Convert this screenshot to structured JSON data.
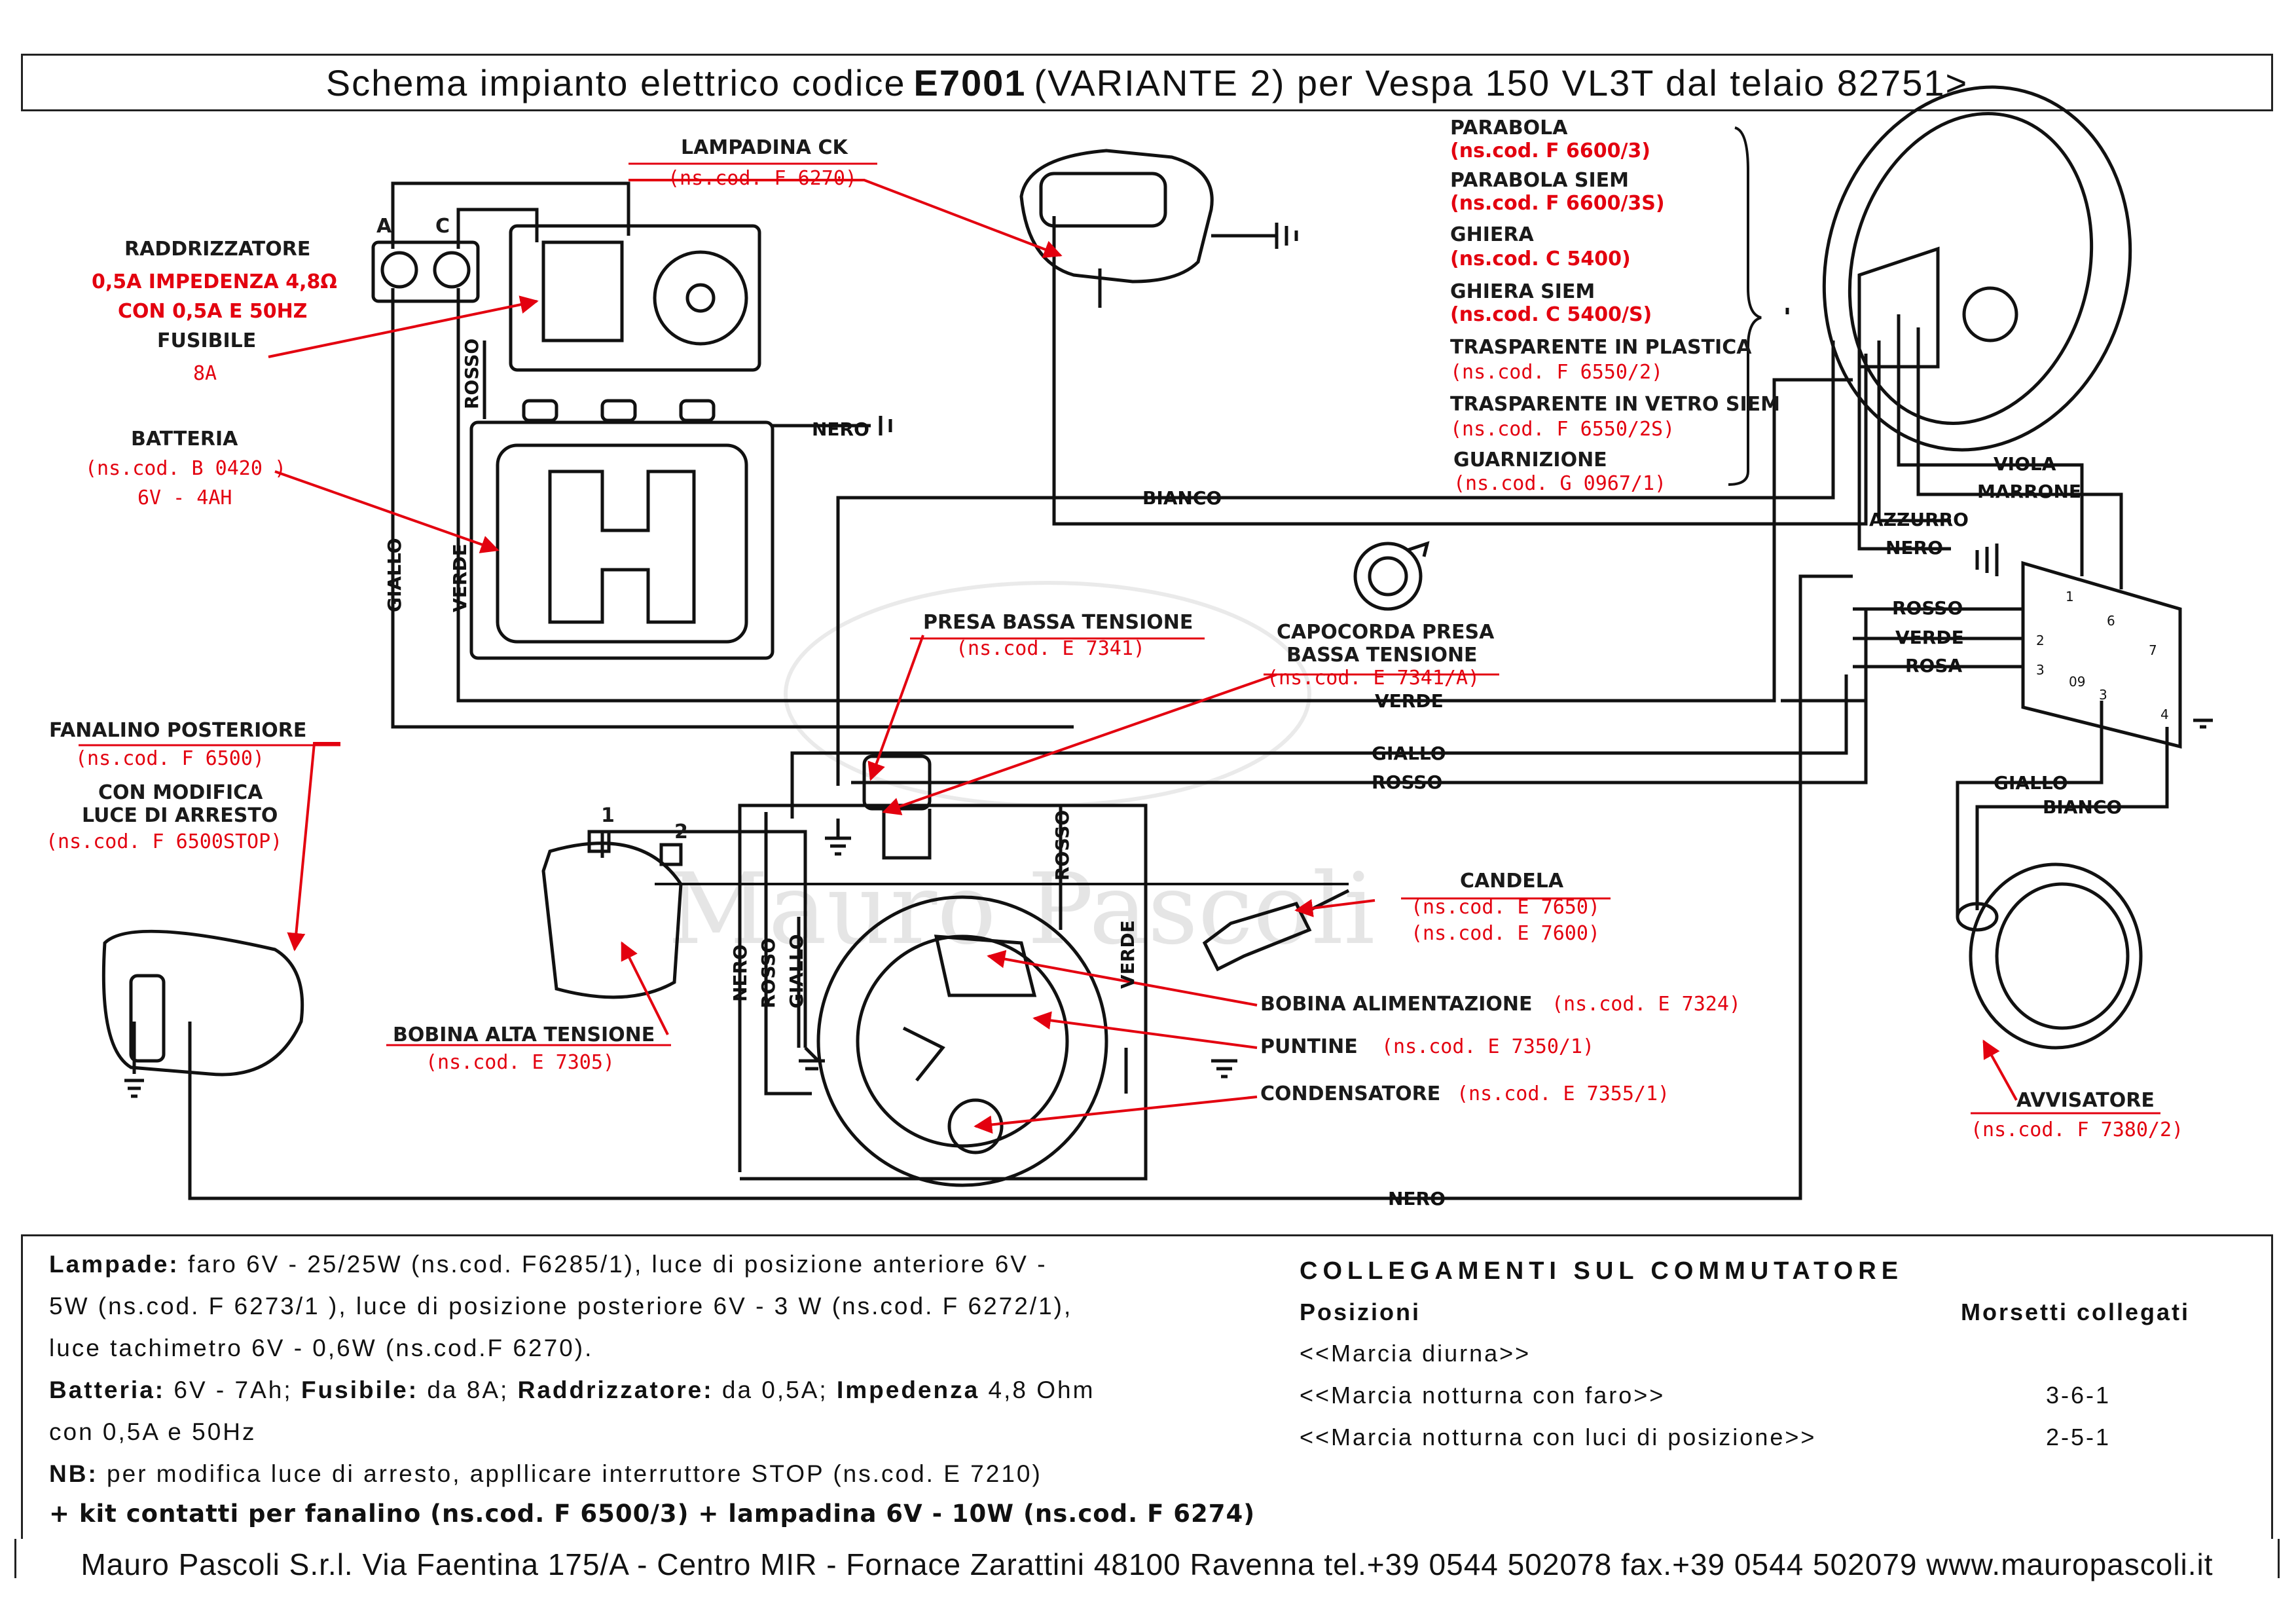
{
  "title": {
    "prefix": "Schema impianto elettrico codice",
    "code": "E7001",
    "suffix": "(VARIANTE 2) per Vespa 150 VL3T dal telaio 82751>"
  },
  "components": {
    "raddrizzatore": {
      "name": "RADDRIZZATORE",
      "spec1": "0,5A IMPEDENZA 4,8Ω",
      "spec2": "CON 0,5A E 50HZ",
      "term_a": "A",
      "term_c": "C"
    },
    "fusibile": {
      "name": "FUSIBILE",
      "spec": "8A"
    },
    "batteria": {
      "name": "BATTERIA",
      "code": "(ns.cod. B 0420 )",
      "spec": "6V - 4AH"
    },
    "lampadina_ck": {
      "name": "LAMPADINA CK",
      "code": "(ns.cod. F 6270)"
    },
    "parabola": {
      "name": "PARABOLA",
      "code": "(ns.cod. F 6600/3)"
    },
    "parabola_siem": {
      "name": "PARABOLA SIEM",
      "code": "(ns.cod. F 6600/3S)"
    },
    "ghiera": {
      "name": "GHIERA",
      "code": "(ns.cod. C 5400)"
    },
    "ghiera_siem": {
      "name": "GHIERA SIEM",
      "code": "(ns.cod. C 5400/S)"
    },
    "trasparente_plastica": {
      "name": "TRASPARENTE IN PLASTICA",
      "code": "(ns.cod. F 6550/2)"
    },
    "trasparente_vetro": {
      "name": "TRASPARENTE IN VETRO SIEM",
      "code": "(ns.cod. F 6550/2S)"
    },
    "guarnizione": {
      "name": "GUARNIZIONE",
      "code": "(ns.cod. G 0967/1)"
    },
    "fanalino": {
      "name": "FANALINO POSTERIORE",
      "code": "(ns.cod. F 6500)",
      "mod1": "CON MODIFICA",
      "mod2": "LUCE DI ARRESTO",
      "mod_code": "(ns.cod. F 6500STOP)"
    },
    "presa_bt": {
      "name": "PRESA BASSA TENSIONE",
      "code": "(ns.cod. E 7341)"
    },
    "capocorda": {
      "name1": "CAPOCORDA PRESA",
      "name2": "BASSA TENSIONE",
      "code": "(ns.cod. E 7341/A)"
    },
    "candela": {
      "name": "CANDELA",
      "code1": "(ns.cod. E 7650)",
      "code2": "(ns.cod. E 7600)"
    },
    "bobina_at": {
      "name": "BOBINA ALTA TENSIONE",
      "code": "(ns.cod. E 7305)",
      "term1": "1",
      "term2": "2"
    },
    "bobina_alim": {
      "name": "BOBINA ALIMENTAZIONE",
      "code": "(ns.cod. E 7324)"
    },
    "puntine": {
      "name": "PUNTINE",
      "code": "(ns.cod. E 7350/1)"
    },
    "condensatore": {
      "name": "CONDENSATORE",
      "code": "(ns.cod. E 7355/1)"
    },
    "avvisatore": {
      "name": "AVVISATORE",
      "code": "(ns.cod. F 7380/2)"
    },
    "commutatore_terminals": [
      "1",
      "2",
      "3",
      "6",
      "7",
      "09",
      "3",
      "4"
    ]
  },
  "wires": {
    "nero_batt": "NERO",
    "rosso_rect": "ROSSO",
    "giallo_left": "GIALLO",
    "verde_left": "VERDE",
    "bianco_top": "BIANCO",
    "viola": "VIOLA",
    "marrone": "MARRONE",
    "azzurro": "AZZURRO",
    "nero_sw": "NERO",
    "rosso_sw": "ROSSO",
    "verde_sw": "VERDE",
    "rosa_sw": "ROSA",
    "verde_mid": "VERDE",
    "giallo_mid": "GIALLO",
    "rosso_mid": "ROSSO",
    "giallo_horn": "GIALLO",
    "bianco_horn": "BIANCO",
    "nero_mag": "NERO",
    "rosso_mag": "ROSSO",
    "giallo_mag": "GIALLO",
    "rosso_mag2": "ROSSO",
    "verde_mag": "VERDE",
    "nero_bottom": "NERO"
  },
  "notes": {
    "lampade_label": "Lampade:",
    "lampade_1": "faro 6V - 25/25W (ns.cod. F6285/1), luce di posizione anteriore 6V -",
    "lampade_2": "5W (ns.cod. F 6273/1 ), luce di posizione posteriore 6V - 3 W (ns.cod. F 6272/1),",
    "lampade_3": "luce tachimetro 6V - 0,6W (ns.cod.F 6270).",
    "batteria_label": "Batteria:",
    "batteria_val": "6V - 7Ah;",
    "fusibile_label": "Fusibile:",
    "fusibile_val": "da 8A;",
    "raddrizzatore_label": "Raddrizzatore:",
    "raddrizzatore_val": "da 0,5A;",
    "impedenza_label": "Impedenza",
    "impedenza_val": "4,8 Ohm",
    "batteria_2": "con 0,5A e 50Hz",
    "nb_label": "NB:",
    "nb_1": "per modifica luce di arresto, appllicare interruttore STOP (ns.cod. E 7210)",
    "nb_2": "+ kit contatti per fanalino (ns.cod. F 6500/3) + lampadina 6V - 10W (ns.cod. F 6274)"
  },
  "commutatore_table": {
    "title": "COLLEGAMENTI SUL COMMUTATORE",
    "col_pos": "Posizioni",
    "col_mors": "Morsetti collegati",
    "rows": [
      {
        "pos": "<<Marcia diurna>>",
        "mors": ""
      },
      {
        "pos": "<<Marcia notturna con faro>>",
        "mors": "3-6-1"
      },
      {
        "pos": "<<Marcia notturna con luci di posizione>>",
        "mors": "2-5-1"
      }
    ]
  },
  "footer": "Mauro Pascoli S.r.l. Via Faentina 175/A - Centro MIR - Fornace Zarattini 48100 Ravenna tel.+39 0544 502078 fax.+39 0544 502079 www.mauropascoli.it",
  "watermark": "Mauro Pascoli",
  "colors": {
    "leader": "#e3000f",
    "wire": "#111111",
    "label_red": "#e3000f"
  }
}
